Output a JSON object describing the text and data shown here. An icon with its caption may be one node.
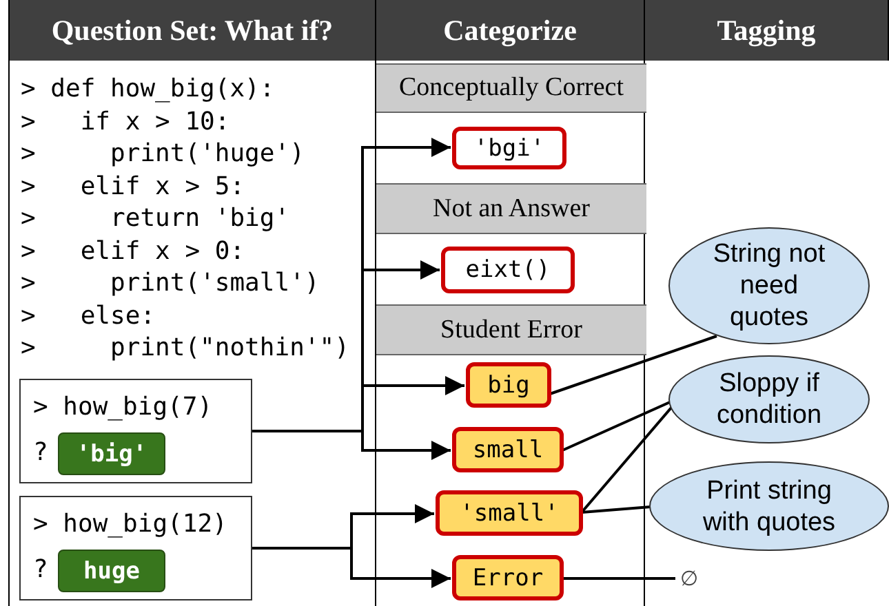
{
  "diagram": {
    "nodes": [
      {
        "text": [
          "Question Set: What if?"
        ]
      },
      {
        "text": [
          "> def how_big(x):",
          ">   if x > 10:",
          ">     print('huge')",
          ">   elif x > 5:",
          ">     return 'big'",
          ">   elif x > 0:",
          ">     print('small')",
          ">   else:",
          ">     print(\"nothin'\")"
        ]
      },
      {
        "text": [
          "> how_big(7)",
          "?"
        ],
        "in": 1
      },
      {
        "text": [
          "'big'"
        ],
        "in": 2
      },
      {
        "text": [
          "> how_big(12)",
          "?"
        ],
        "in": 1
      },
      {
        "text": [
          "huge"
        ],
        "in": 4
      },
      {
        "text": [
          "Categorize"
        ]
      },
      {
        "text": [],
        "shape": "box"
      },
      {
        "text": [
          "Conceptually Correct"
        ],
        "in": 7
      },
      {
        "text": [
          "'bgi'"
        ],
        "in": 7
      },
      {
        "text": [
          "Not an Answer"
        ],
        "in": 7
      },
      {
        "text": [
          "eixt()"
        ],
        "in": 7
      },
      {
        "text": [
          "Student Error"
        ],
        "in": 7
      },
      {
        "text": [
          "big"
        ],
        "in": 7
      },
      {
        "text": [
          "small"
        ],
        "in": 7
      },
      {
        "text": [
          "'small'"
        ],
        "in": 7
      },
      {
        "text": [
          "Error"
        ],
        "in": 7
      },
      {
        "text": [
          "Tagging"
        ]
      },
      {
        "text": [
          "String not need quotes"
        ]
      },
      {
        "text": [
          "Sloppy if condition"
        ]
      },
      {
        "text": [
          "Print string with quotes"
        ]
      },
      {
        "text": [
          "∅"
        ]
      }
    ],
    "edges": [
      {
        "from": 2,
        "to": 9,
        "arrow": "to"
      },
      {
        "from": 2,
        "to": 11,
        "arrow": "to"
      },
      {
        "from": 2,
        "to": 13,
        "arrow": "to"
      },
      {
        "from": 2,
        "to": 14,
        "arrow": "to"
      },
      {
        "from": 4,
        "to": 15,
        "arrow": "to"
      },
      {
        "from": 4,
        "to": 16,
        "arrow": "to"
      },
      {
        "from": 13,
        "to": 18,
        "arrow": "none"
      },
      {
        "from": 14,
        "to": 19,
        "arrow": "none"
      },
      {
        "from": 15,
        "to": 19,
        "arrow": "none"
      },
      {
        "from": 15,
        "to": 20,
        "arrow": "none"
      },
      {
        "from": 16,
        "to": 21,
        "arrow": "none"
      }
    ]
  }
}
